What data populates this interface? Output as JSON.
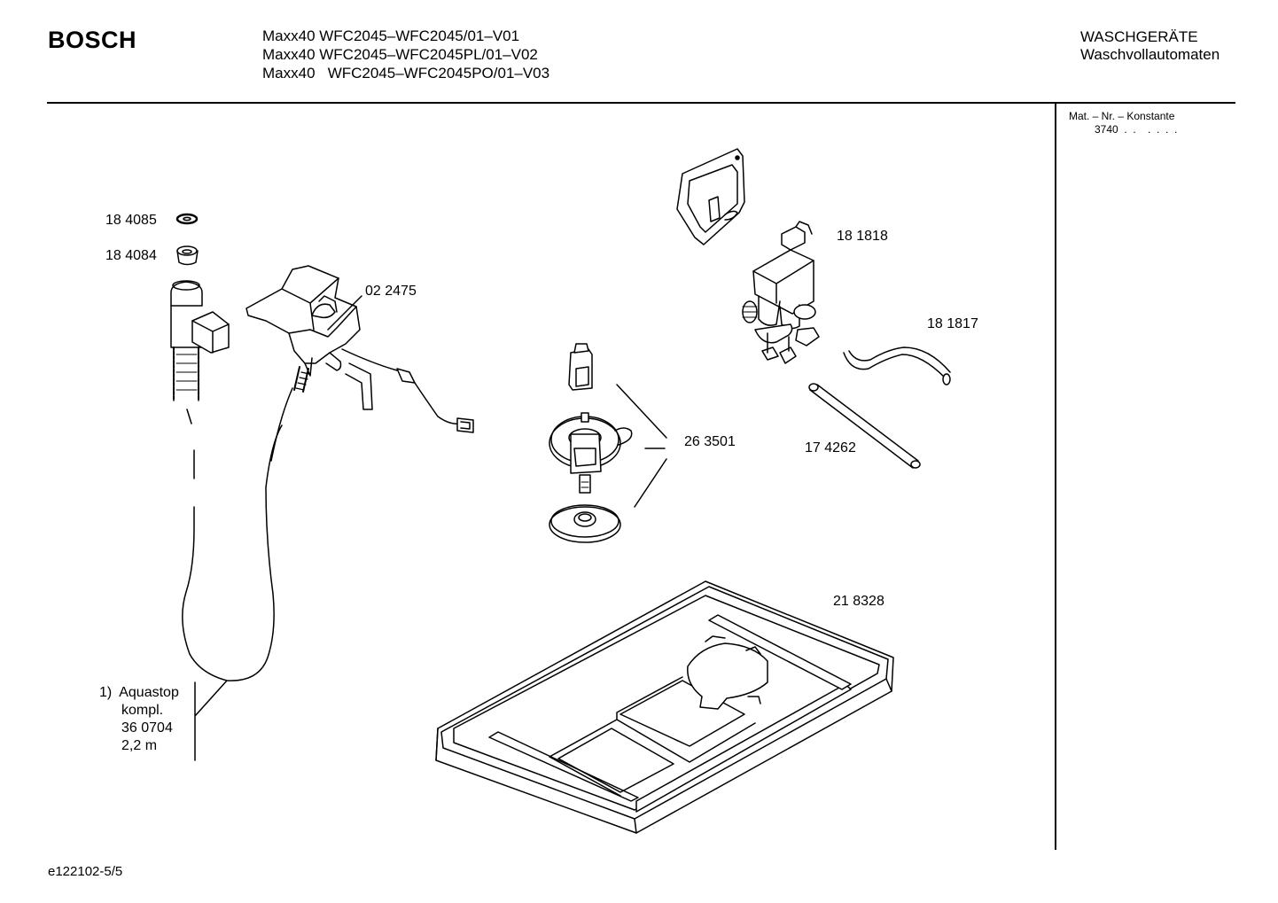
{
  "header": {
    "brand": "BOSCH",
    "models": [
      "Maxx40 WFC2045–WFC2045/01–V01",
      "Maxx40 WFC2045–WFC2045PL/01–V02",
      "Maxx40   WFC2045–WFC2045PO/01–V03"
    ],
    "category_line1": "WASCHGERÄTE",
    "category_line2": "Waschvollautomaten"
  },
  "side_panel": {
    "label": "Mat. – Nr. – Konstante",
    "value": "3740  .  .    .  .  .  ."
  },
  "parts": {
    "p184085": "18 4085",
    "p184084": "18 4084",
    "p022475": "02 2475",
    "p181818": "18 1818",
    "p181817": "18 1817",
    "p263501": "26 3501",
    "p174262": "17 4262",
    "p218328": "21 8328"
  },
  "aquastop": {
    "line1": "1)  Aquastop",
    "line2": "kompl.",
    "line3": "36 0704",
    "line4": "2,2 m"
  },
  "footer": {
    "code": "e122102-5/5"
  }
}
